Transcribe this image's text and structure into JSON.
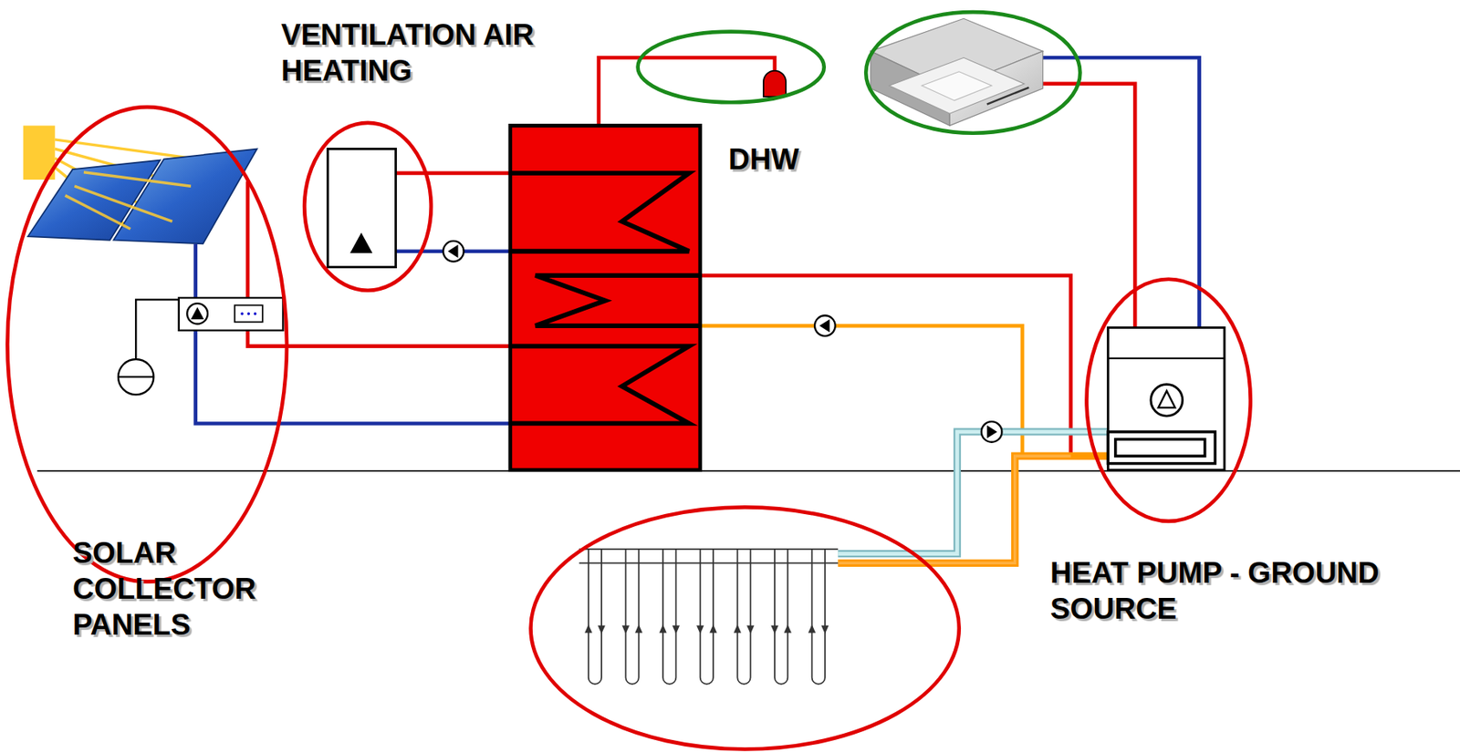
{
  "diagram": {
    "labels": [
      "VENTILATION AIR HEATING",
      "DHW",
      "SOLAR COLLECTOR PANELS",
      "HEAT PUMP - GROUND SOURCE"
    ]
  }
}
